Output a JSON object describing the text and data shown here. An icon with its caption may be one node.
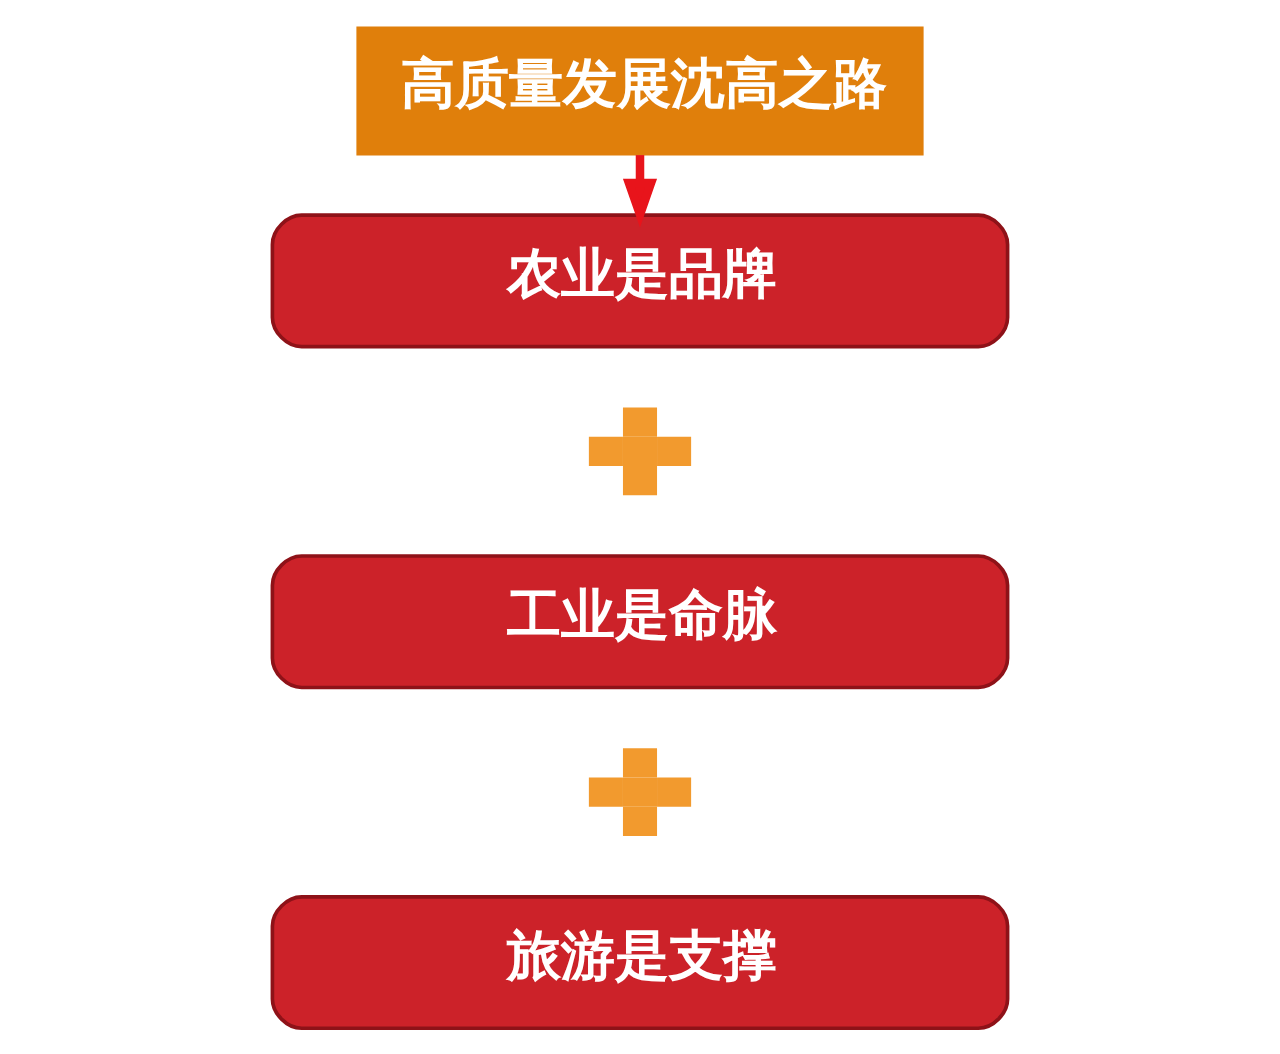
{
  "diagram": {
    "nodes": [
      {
        "text": [
          "高质量发展沈高之路"
        ]
      },
      {
        "text": [
          "农业是品牌"
        ]
      },
      {
        "text": [],
        "shape": "plus"
      },
      {
        "text": [
          "工业是命脉"
        ]
      },
      {
        "text": [],
        "shape": "plus"
      },
      {
        "text": [
          "旅游是支撑"
        ]
      }
    ],
    "edges": [
      {
        "from": 0,
        "to": 1,
        "arrow": "to",
        "color": "#e8141b"
      }
    ]
  }
}
